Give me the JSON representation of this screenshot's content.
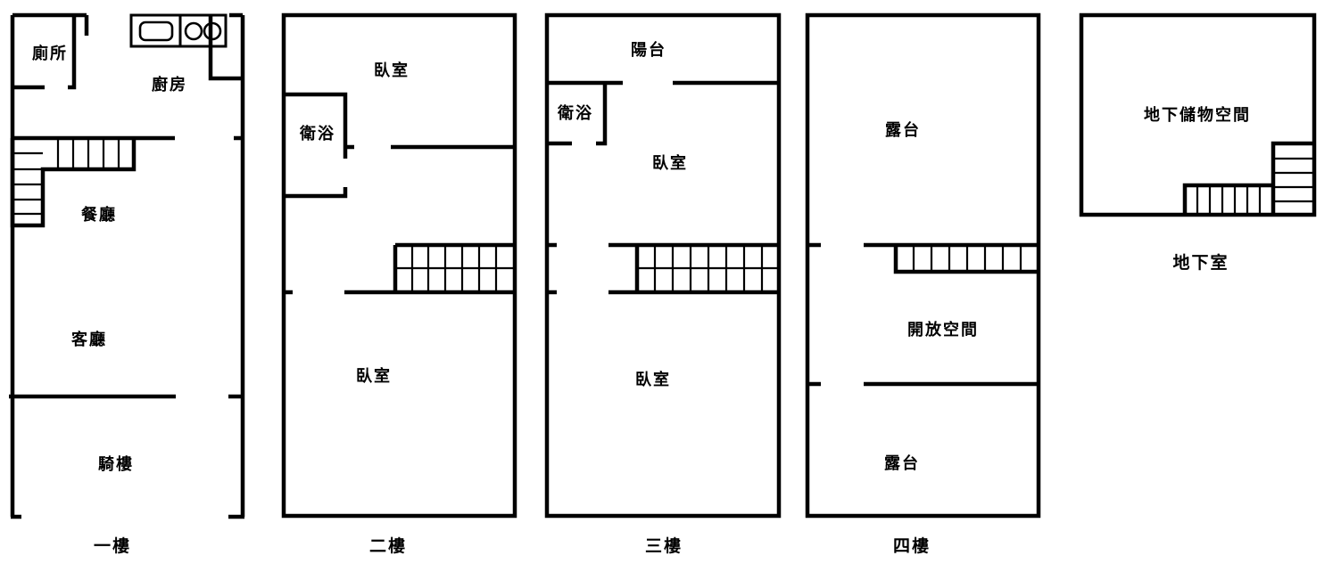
{
  "floors": {
    "first": {
      "caption": "一樓",
      "rooms": {
        "toilet": "廁所",
        "kitchen": "廚房",
        "dining": "餐廳",
        "living": "客廳",
        "arcade": "騎樓"
      }
    },
    "second": {
      "caption": "二樓",
      "rooms": {
        "bedroom_top": "臥室",
        "bathroom": "衛浴",
        "bedroom_bottom": "臥室"
      }
    },
    "third": {
      "caption": "三樓",
      "rooms": {
        "balcony": "陽台",
        "bathroom": "衛浴",
        "bedroom_top": "臥室",
        "bedroom_bottom": "臥室"
      }
    },
    "fourth": {
      "caption": "四樓",
      "rooms": {
        "terrace_top": "露台",
        "open_space": "開放空間",
        "terrace_bottom": "露台"
      }
    },
    "basement": {
      "caption": "地下室",
      "rooms": {
        "storage": "地下儲物空間"
      }
    }
  }
}
